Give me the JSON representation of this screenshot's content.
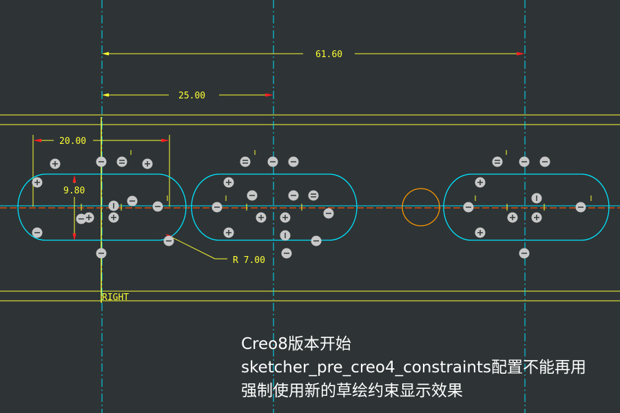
{
  "colors": {
    "background": "#2e3436",
    "centerline": "#00e5ff",
    "dimension": "#ffff33",
    "geometry": "#00e5ff",
    "arrow": "#ff2020",
    "circle": "#ff9900",
    "constraint_icon": "#c8c8c8",
    "caption": "#ffffff"
  },
  "dimensions": {
    "d1": "61.60",
    "d2": "25.00",
    "d3": "20.00",
    "d4": "9.80",
    "d5": "R 7.00"
  },
  "labels": {
    "right_plane": "RIGHT"
  },
  "caption": {
    "line1": "Creo8版本开始",
    "line2": "sketcher_pre_creo4_constraints配置不能再用",
    "line3": "强制使用新的草绘约束显示效果"
  },
  "icons": {
    "constraint": "constraint-symbol-icon"
  }
}
